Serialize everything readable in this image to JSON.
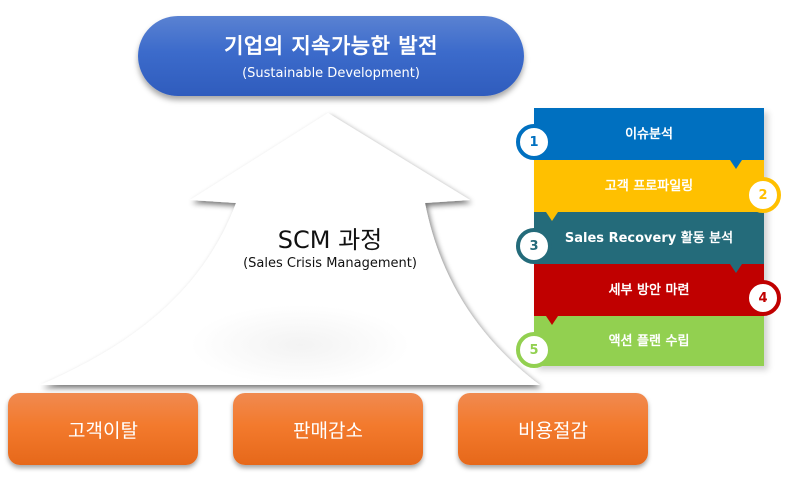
{
  "goal": {
    "title": "기업의 지속가능한 발전",
    "subtitle": "(Sustainable Development)",
    "color": "#3c6bcb"
  },
  "process": {
    "title": "SCM 과정",
    "subtitle": "(Sales Crisis Management)"
  },
  "causes": [
    {
      "label": "고객이탈"
    },
    {
      "label": "판매감소"
    },
    {
      "label": "비용절감"
    }
  ],
  "cause_color": "#f37a2d",
  "steps": [
    {
      "num": "1",
      "label": "이슈분석",
      "color": "#0070c0"
    },
    {
      "num": "2",
      "label": "고객 프로파일링",
      "color": "#ffc000"
    },
    {
      "num": "3",
      "label": "Sales Recovery 활동 분석",
      "color": "#246b7a"
    },
    {
      "num": "4",
      "label": "세부 방안 마련",
      "color": "#c00000"
    },
    {
      "num": "5",
      "label": "액션 플랜 수립",
      "color": "#92d050"
    }
  ]
}
